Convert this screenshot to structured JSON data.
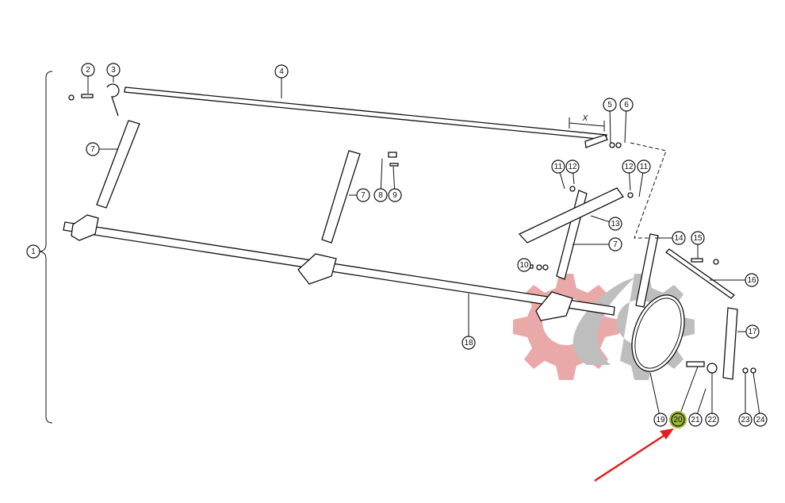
{
  "diagram": {
    "callouts": [
      "1",
      "2",
      "3",
      "4",
      "5",
      "6",
      "7",
      "7",
      "7",
      "8",
      "9",
      "10",
      "11",
      "12",
      "12",
      "11",
      "13",
      "14",
      "15",
      "16",
      "17",
      "18",
      "19",
      "20",
      "21",
      "22",
      "23",
      "24"
    ],
    "highlighted_callout": "20",
    "dimension_label": "X",
    "colors": {
      "highlight": "#9bb83a",
      "arrow": "#e02020",
      "watermark_red": "#e8a0a0",
      "watermark_gray": "#b8b8b8"
    }
  }
}
